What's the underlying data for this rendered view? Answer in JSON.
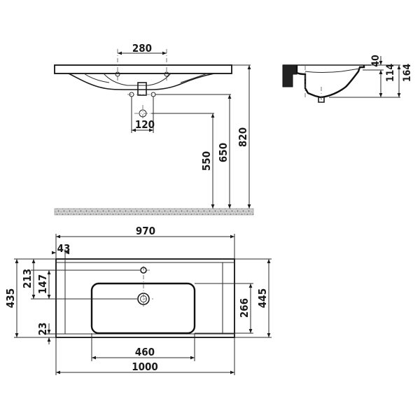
{
  "front_view": {
    "tap_hole_spacing": "280",
    "waste_spacing": "120",
    "waste_height": "550",
    "trap_height": "650",
    "basin_height": "820"
  },
  "side_view": {
    "rim_thickness": "40",
    "bowl_depth": "114",
    "overall_height": "164"
  },
  "plan_view": {
    "inner_width": "970",
    "side_inset": "43",
    "tap_offset": "213",
    "bowl_offset": "147",
    "overall_depth": "435",
    "front_edge": "23",
    "bowl_length": "266",
    "inner_depth": "445",
    "bowl_width": "460",
    "overall_width": "1000"
  }
}
